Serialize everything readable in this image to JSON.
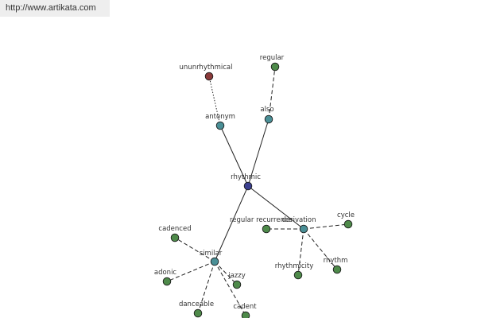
{
  "header": {
    "url": "http://www.artikata.com"
  },
  "colors": {
    "center": "#3b3f8f",
    "relation": "#4a8f96",
    "word": "#4e8a4a",
    "antonym_word": "#8a3a3a",
    "edge": "#222222"
  },
  "graph": {
    "center": "rhythmic",
    "nodes": [
      {
        "id": "rhythmic",
        "label": "rhythmic",
        "kind": "center"
      },
      {
        "id": "antonym",
        "label": "antonym",
        "kind": "relation"
      },
      {
        "id": "also",
        "label": "also",
        "kind": "relation"
      },
      {
        "id": "similar",
        "label": "similar",
        "kind": "relation"
      },
      {
        "id": "derivation",
        "label": "derivation",
        "kind": "relation"
      },
      {
        "id": "ununrhythmical",
        "label": "ununrhythmical",
        "kind": "antonym_word"
      },
      {
        "id": "regular-also",
        "label": "regular",
        "kind": "word"
      },
      {
        "id": "cadenced",
        "label": "cadenced",
        "kind": "word"
      },
      {
        "id": "adonic",
        "label": "adonic",
        "kind": "word"
      },
      {
        "id": "danceable",
        "label": "danceable",
        "kind": "word"
      },
      {
        "id": "jazzy",
        "label": "jazzy",
        "kind": "word"
      },
      {
        "id": "cadent",
        "label": "cadent",
        "kind": "word"
      },
      {
        "id": "regular-recurrence",
        "label": "regular recurrence",
        "kind": "word"
      },
      {
        "id": "cycle",
        "label": "cycle",
        "kind": "word"
      },
      {
        "id": "rhythmicity",
        "label": "rhythmicity",
        "kind": "word"
      },
      {
        "id": "rhythm",
        "label": "rhythm",
        "kind": "word"
      }
    ],
    "edges": [
      {
        "from": "rhythmic",
        "to": "antonym",
        "style": "solid"
      },
      {
        "from": "rhythmic",
        "to": "also",
        "style": "solid"
      },
      {
        "from": "rhythmic",
        "to": "similar",
        "style": "solid"
      },
      {
        "from": "rhythmic",
        "to": "derivation",
        "style": "solid"
      },
      {
        "from": "antonym",
        "to": "ununrhythmical",
        "style": "dotted"
      },
      {
        "from": "also",
        "to": "regular-also",
        "style": "dashed"
      },
      {
        "from": "similar",
        "to": "cadenced",
        "style": "dashed"
      },
      {
        "from": "similar",
        "to": "adonic",
        "style": "dashed"
      },
      {
        "from": "similar",
        "to": "danceable",
        "style": "dashed"
      },
      {
        "from": "similar",
        "to": "jazzy",
        "style": "dashed"
      },
      {
        "from": "similar",
        "to": "cadent",
        "style": "dashed"
      },
      {
        "from": "derivation",
        "to": "regular-recurrence",
        "style": "dashed"
      },
      {
        "from": "derivation",
        "to": "cycle",
        "style": "dashed"
      },
      {
        "from": "derivation",
        "to": "rhythmicity",
        "style": "dashed"
      },
      {
        "from": "derivation",
        "to": "rhythm",
        "style": "dashed"
      }
    ]
  }
}
